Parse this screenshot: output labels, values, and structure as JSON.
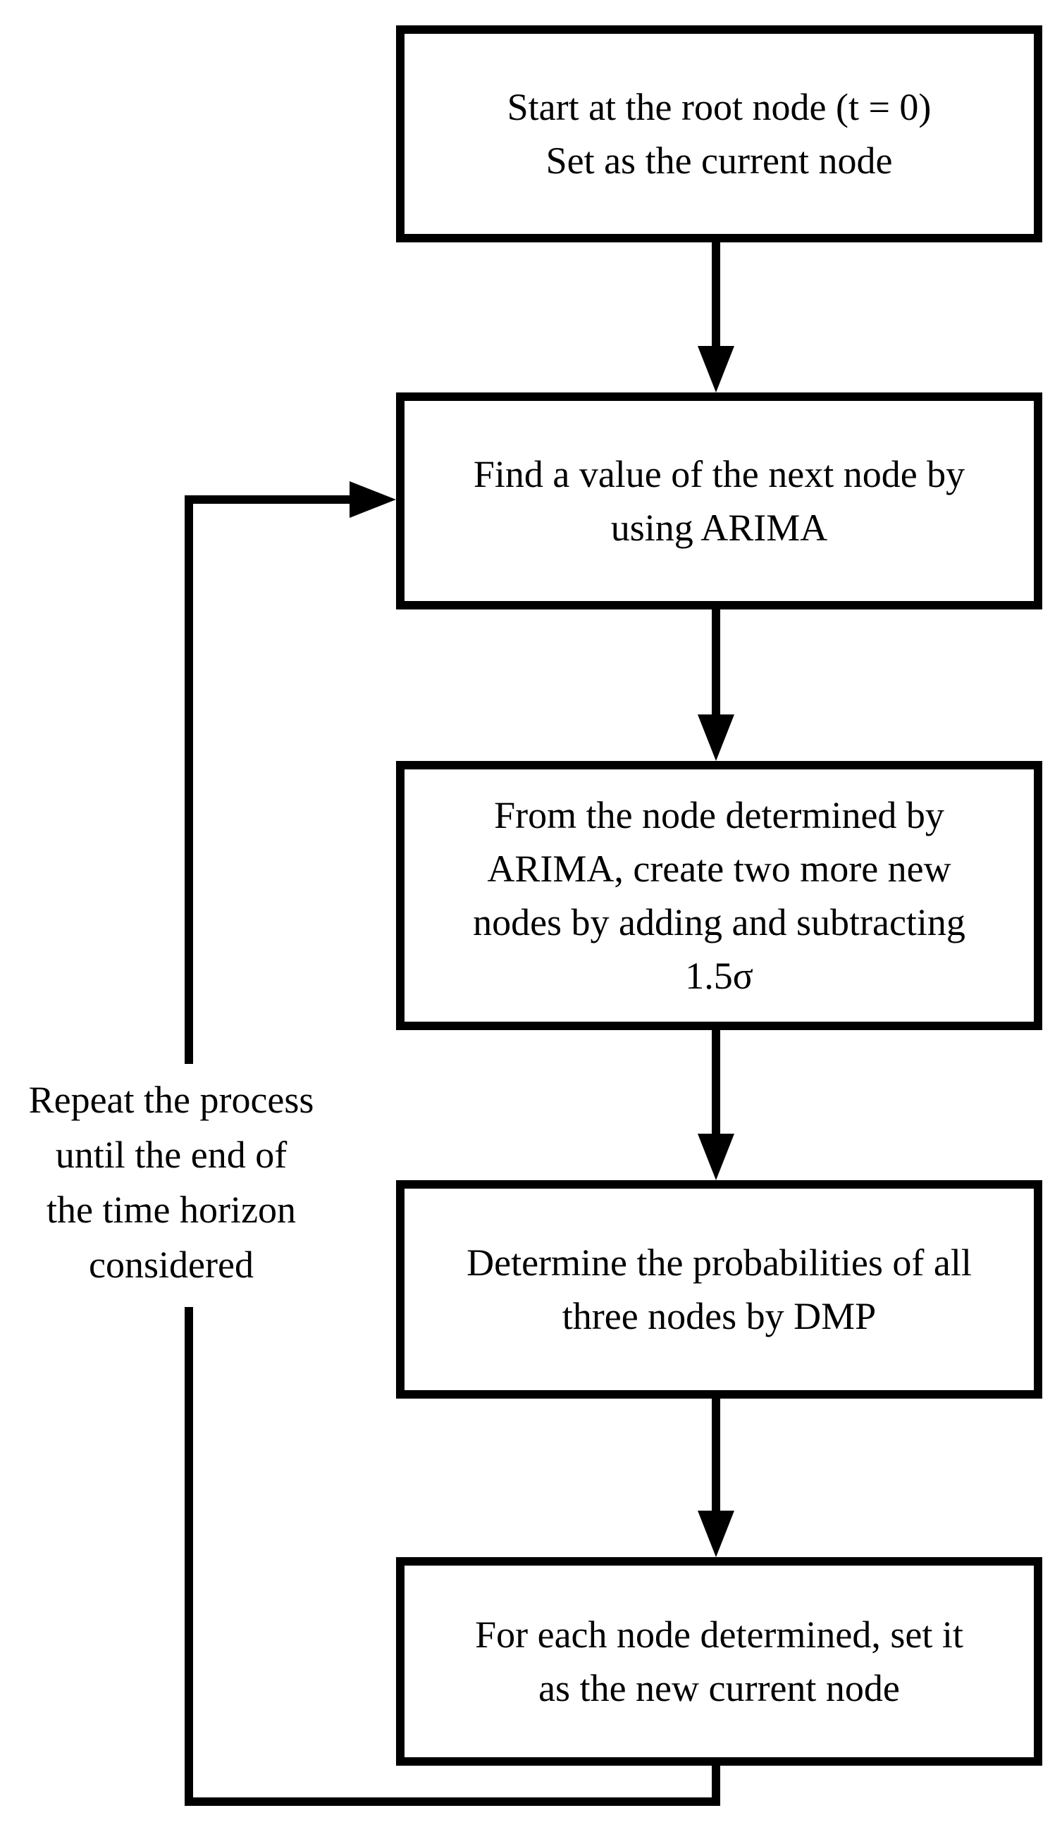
{
  "flow": {
    "colors": {
      "ink": "#000000",
      "background": "#ffffff"
    },
    "steps": [
      {
        "name": "step-1",
        "text": "Start at the root node (t = 0)\nSet as the current node"
      },
      {
        "name": "step-2",
        "text": "Find a value of the next node by\nusing ARIMA"
      },
      {
        "name": "step-3",
        "text": "From the node determined by\nARIMA, create two more new\nnodes by adding and subtracting\n1.5σ"
      },
      {
        "name": "step-4",
        "text": "Determine the probabilities of all\nthree nodes by DMP"
      },
      {
        "name": "step-5",
        "text": "For each node determined, set it\nas the new current node"
      }
    ],
    "loop_label": "Repeat the process\nuntil the end of\nthe time horizon\nconsidered"
  }
}
